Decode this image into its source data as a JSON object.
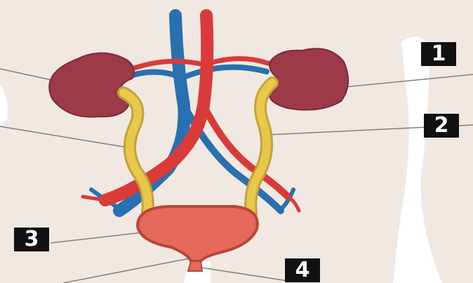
{
  "labels": [
    {
      "id": 1,
      "text": "1"
    },
    {
      "id": 2,
      "text": "2"
    },
    {
      "id": 3,
      "text": "3"
    },
    {
      "id": 4,
      "text": "4"
    }
  ],
  "colors": {
    "background": "#f1e8e1",
    "kidney": "#9c3a4a",
    "ureter": "#e8c84a",
    "vein": "#2a6fb0",
    "artery": "#d93a3a",
    "bladder": "#e56a5c"
  }
}
